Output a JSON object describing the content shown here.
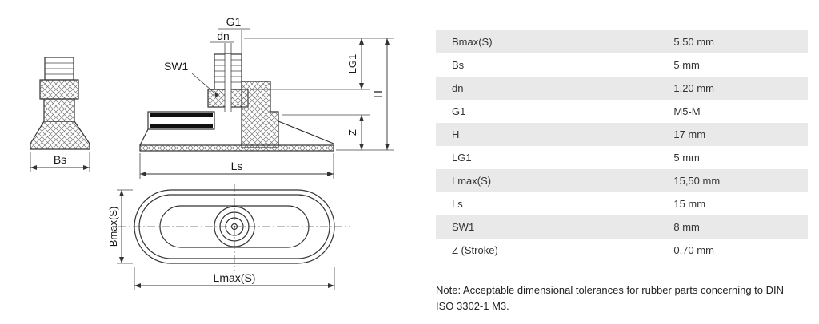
{
  "drawing": {
    "labels": {
      "g1": "G1",
      "dn": "dn",
      "sw1": "SW1",
      "lg1": "LG1",
      "h": "H",
      "z": "Z",
      "ls": "Ls",
      "bs": "Bs",
      "bmax": "Bmax(S)",
      "lmax": "Lmax(S)"
    }
  },
  "table": {
    "rows": [
      {
        "label": "Bmax(S)",
        "value": "5,50 mm"
      },
      {
        "label": "Bs",
        "value": "5 mm"
      },
      {
        "label": "dn",
        "value": "1,20 mm"
      },
      {
        "label": "G1",
        "value": "M5-M"
      },
      {
        "label": "H",
        "value": "17 mm"
      },
      {
        "label": "LG1",
        "value": "5 mm"
      },
      {
        "label": "Lmax(S)",
        "value": "15,50 mm"
      },
      {
        "label": "Ls",
        "value": "15 mm"
      },
      {
        "label": "SW1",
        "value": "8 mm"
      },
      {
        "label": "Z (Stroke)",
        "value": "0,70 mm"
      }
    ]
  },
  "note": "Note: Acceptable dimensional tolerances for rubber parts concerning to DIN ISO 3302-1 M3."
}
